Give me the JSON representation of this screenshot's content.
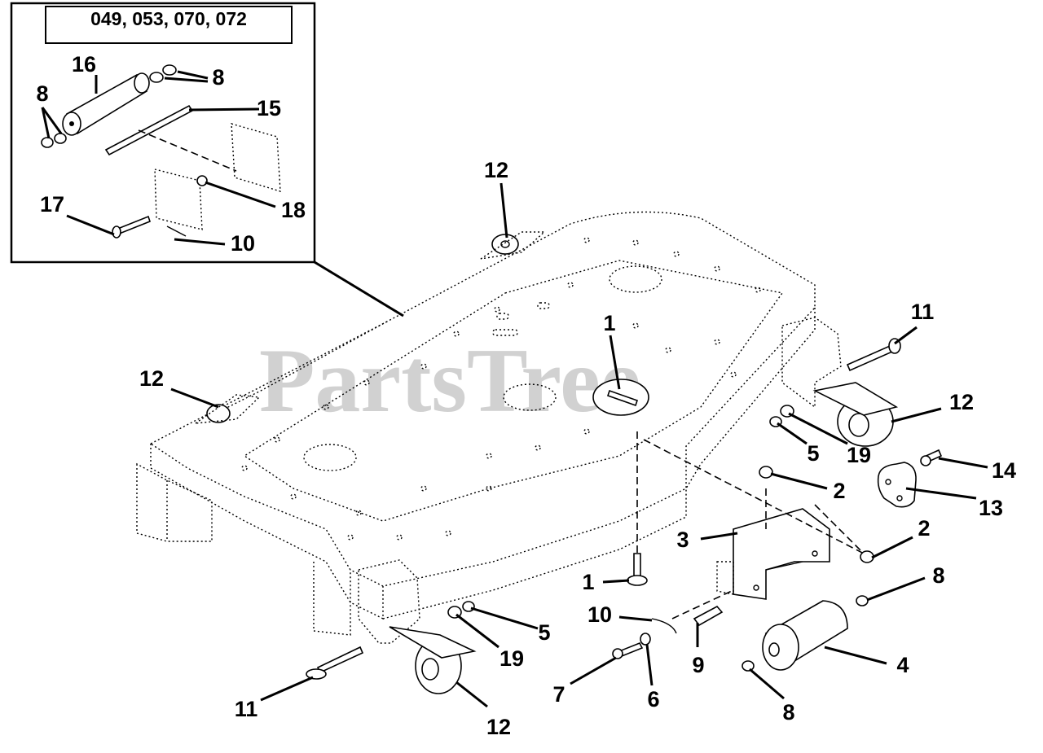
{
  "inset": {
    "title": "049, 053, 070, 072"
  },
  "watermark": "PartsTree",
  "callouts": [
    {
      "id": "c-inset-16",
      "text": "16"
    },
    {
      "id": "c-inset-8a",
      "text": "8"
    },
    {
      "id": "c-inset-8b",
      "text": "8"
    },
    {
      "id": "c-inset-15",
      "text": "15"
    },
    {
      "id": "c-inset-18",
      "text": "18"
    },
    {
      "id": "c-inset-17",
      "text": "17"
    },
    {
      "id": "c-inset-10",
      "text": "10"
    },
    {
      "id": "c-12-top",
      "text": "12"
    },
    {
      "id": "c-12-left",
      "text": "12"
    },
    {
      "id": "c-1-top",
      "text": "1"
    },
    {
      "id": "c-11-right",
      "text": "11"
    },
    {
      "id": "c-12-right",
      "text": "12"
    },
    {
      "id": "c-5-right",
      "text": "5"
    },
    {
      "id": "c-19-right",
      "text": "19"
    },
    {
      "id": "c-14",
      "text": "14"
    },
    {
      "id": "c-13",
      "text": "13"
    },
    {
      "id": "c-2-upper",
      "text": "2"
    },
    {
      "id": "c-2-lower",
      "text": "2"
    },
    {
      "id": "c-3",
      "text": "3"
    },
    {
      "id": "c-1-bottom",
      "text": "1"
    },
    {
      "id": "c-8-right",
      "text": "8"
    },
    {
      "id": "c-10",
      "text": "10"
    },
    {
      "id": "c-5-left",
      "text": "5"
    },
    {
      "id": "c-19-left",
      "text": "19"
    },
    {
      "id": "c-9",
      "text": "9"
    },
    {
      "id": "c-4",
      "text": "4"
    },
    {
      "id": "c-7",
      "text": "7"
    },
    {
      "id": "c-6",
      "text": "6"
    },
    {
      "id": "c-8-bottom",
      "text": "8"
    },
    {
      "id": "c-11-left",
      "text": "11"
    },
    {
      "id": "c-12-bottom",
      "text": "12"
    }
  ]
}
